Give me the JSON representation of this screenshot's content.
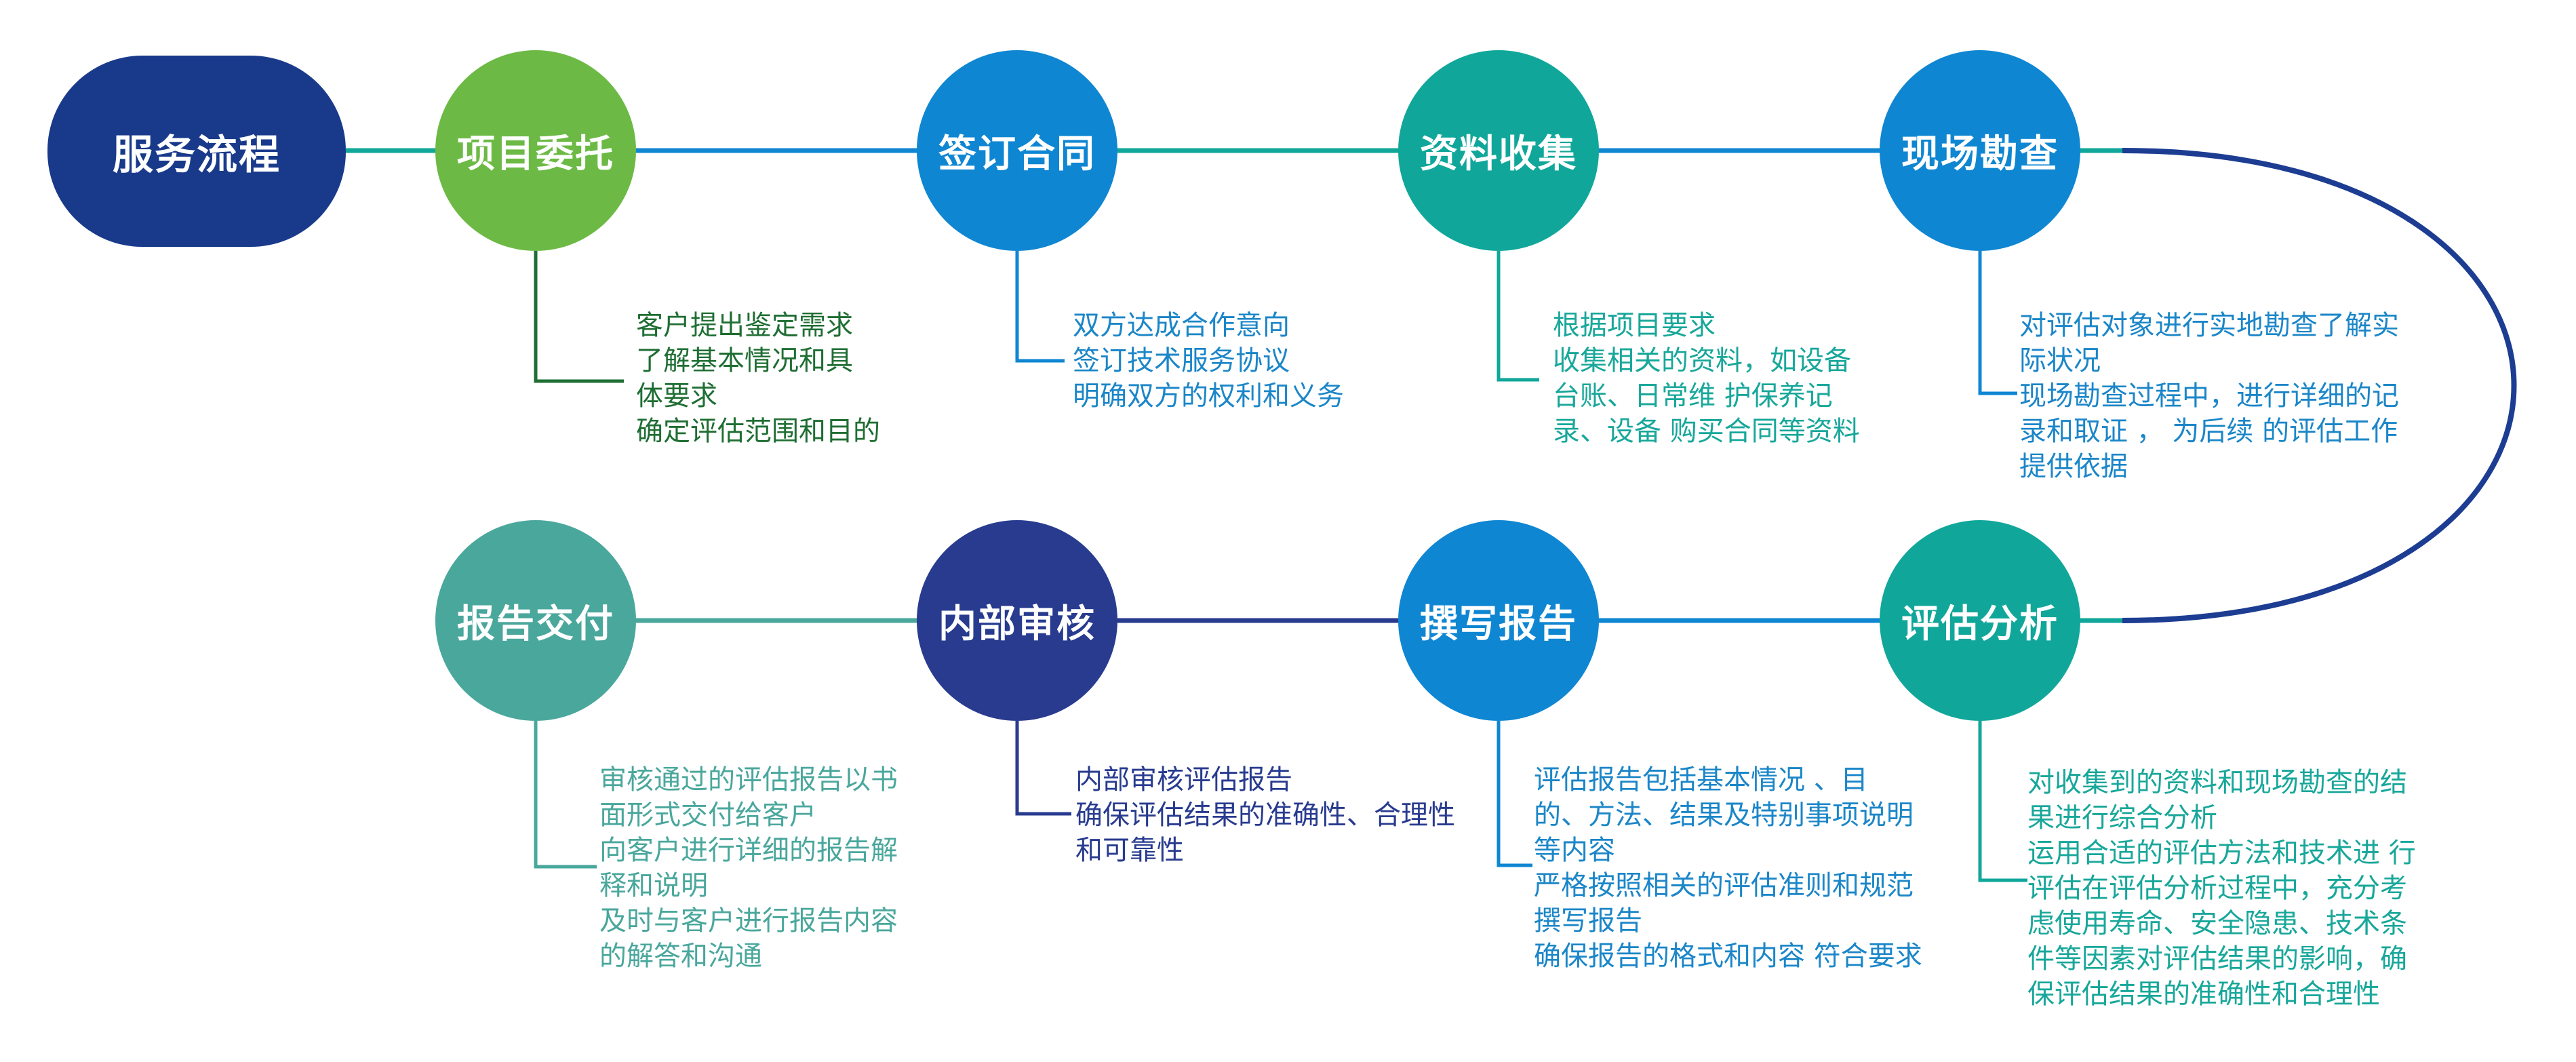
{
  "title": "服务流程",
  "colors": {
    "title_bg": "#193a8b",
    "green": "#6cba45",
    "blue": "#0f86d2",
    "teal": "#10a79a",
    "teal_light": "#4aa79c",
    "navy": "#283b8f",
    "loop": "#1c3d92",
    "text_green": "#1f6e33",
    "text_blue": "#1b86c8",
    "text_teal": "#18a79a",
    "text_navy": "#283b8f"
  },
  "steps": [
    {
      "label": "项目委托",
      "lines": [
        "客户提出鉴定需求",
        "了解基本情况和具",
        "体要求",
        "确定评估范围和目的"
      ]
    },
    {
      "label": "签订合同",
      "lines": [
        "双方达成合作意向",
        "签订技术服务协议",
        "明确双方的权利和义务"
      ]
    },
    {
      "label": "资料收集",
      "lines": [
        "根据项目要求",
        "收集相关的资料，如设备",
        "台账、日常维 护保养记",
        "录、设备 购买合同等资料"
      ]
    },
    {
      "label": "现场勘查",
      "lines": [
        "对评估对象进行实地勘查了解实",
        "际状况",
        "现场勘查过程中，进行详细的记",
        "录和取证 ， 为后续 的评估工作",
        "提供依据"
      ]
    },
    {
      "label": "评估分析",
      "lines": [
        "对收集到的资料和现场勘查的结",
        "果进行综合分析",
        "运用合适的评估方法和技术进 行",
        "评估在评估分析过程中，充分考",
        "虑使用寿命、安全隐患、技术条",
        "件等因素对评估结果的影响，确",
        "保评估结果的准确性和合理性"
      ]
    },
    {
      "label": "撰写报告",
      "lines": [
        "评估报告包括基本情况 、目",
        "的、方法、结果及特别事项说明",
        "等内容",
        "严格按照相关的评估准则和规范",
        "撰写报告",
        "确保报告的格式和内容 符合要求"
      ]
    },
    {
      "label": "内部审核",
      "lines": [
        "内部审核评估报告",
        "确保评估结果的准确性、合理性",
        "和可靠性"
      ]
    },
    {
      "label": "报告交付",
      "lines": [
        "审核通过的评估报告以书",
        "面形式交付给客户",
        "向客户进行详细的报告解",
        "释和说明",
        "及时与客户进行报告内容",
        "的解答和沟通"
      ]
    }
  ]
}
